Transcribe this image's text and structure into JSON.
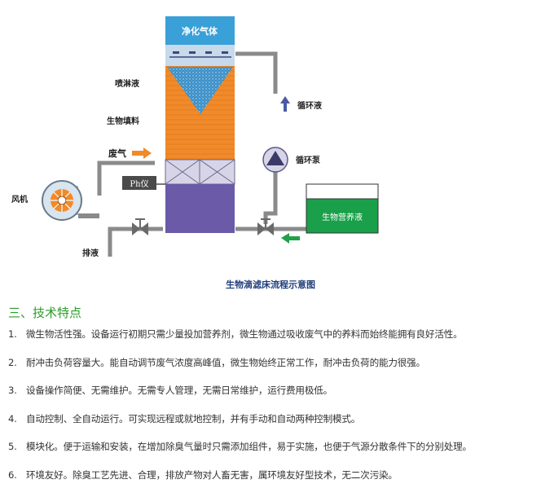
{
  "diagram": {
    "labels": {
      "purified_gas": "净化气体",
      "spray_liquid": "喷淋液",
      "bio_packing": "生物填料",
      "waste_gas": "废气",
      "ph_meter": "Ph仪",
      "fan": "风机",
      "discharge": "排液",
      "circulating_liquid": "循环液",
      "circulating_pump": "循环泵",
      "nutrient_solution": "生物营养液"
    },
    "caption": "生物滴滤床流程示意图",
    "colors": {
      "tower_top": "#3aa0d8",
      "packing": "#f08a2a",
      "spray_cone": "#3a8fc8",
      "grid_section": "#d8d4e8",
      "base": "#6a5aa8",
      "nutrient_tank": "#1aa04a",
      "pipe": "#8a8a8a",
      "arrow_orange": "#f08a2a",
      "arrow_blue": "#4a5aa8",
      "arrow_green": "#22a04a"
    }
  },
  "section": {
    "title": "三、技术特点",
    "items": [
      {
        "num": "1.",
        "text": "微生物活性强。设备运行初期只需少量投加营养剂，微生物通过吸收废气中的养料而始终能拥有良好活性。"
      },
      {
        "num": "2.",
        "text": "耐冲击负荷容量大。能自动调节废气浓度高峰值，微生物始终正常工作，耐冲击负荷的能力很强。"
      },
      {
        "num": "3.",
        "text": "设备操作简便、无需维护。无需专人管理，无需日常维护，运行费用极低。"
      },
      {
        "num": "4.",
        "text": "自动控制、全自动运行。可实现远程或就地控制，并有手动和自动两种控制模式。"
      },
      {
        "num": "5.",
        "text": "模块化。便于运输和安装，在增加除臭气量时只需添加组件，易于实施，也便于气源分散条件下的分别处理。"
      },
      {
        "num": "6.",
        "text": "环境友好。除臭工艺先进、合理，排放产物对人畜无害，属环境友好型技术，无二次污染。"
      }
    ]
  }
}
